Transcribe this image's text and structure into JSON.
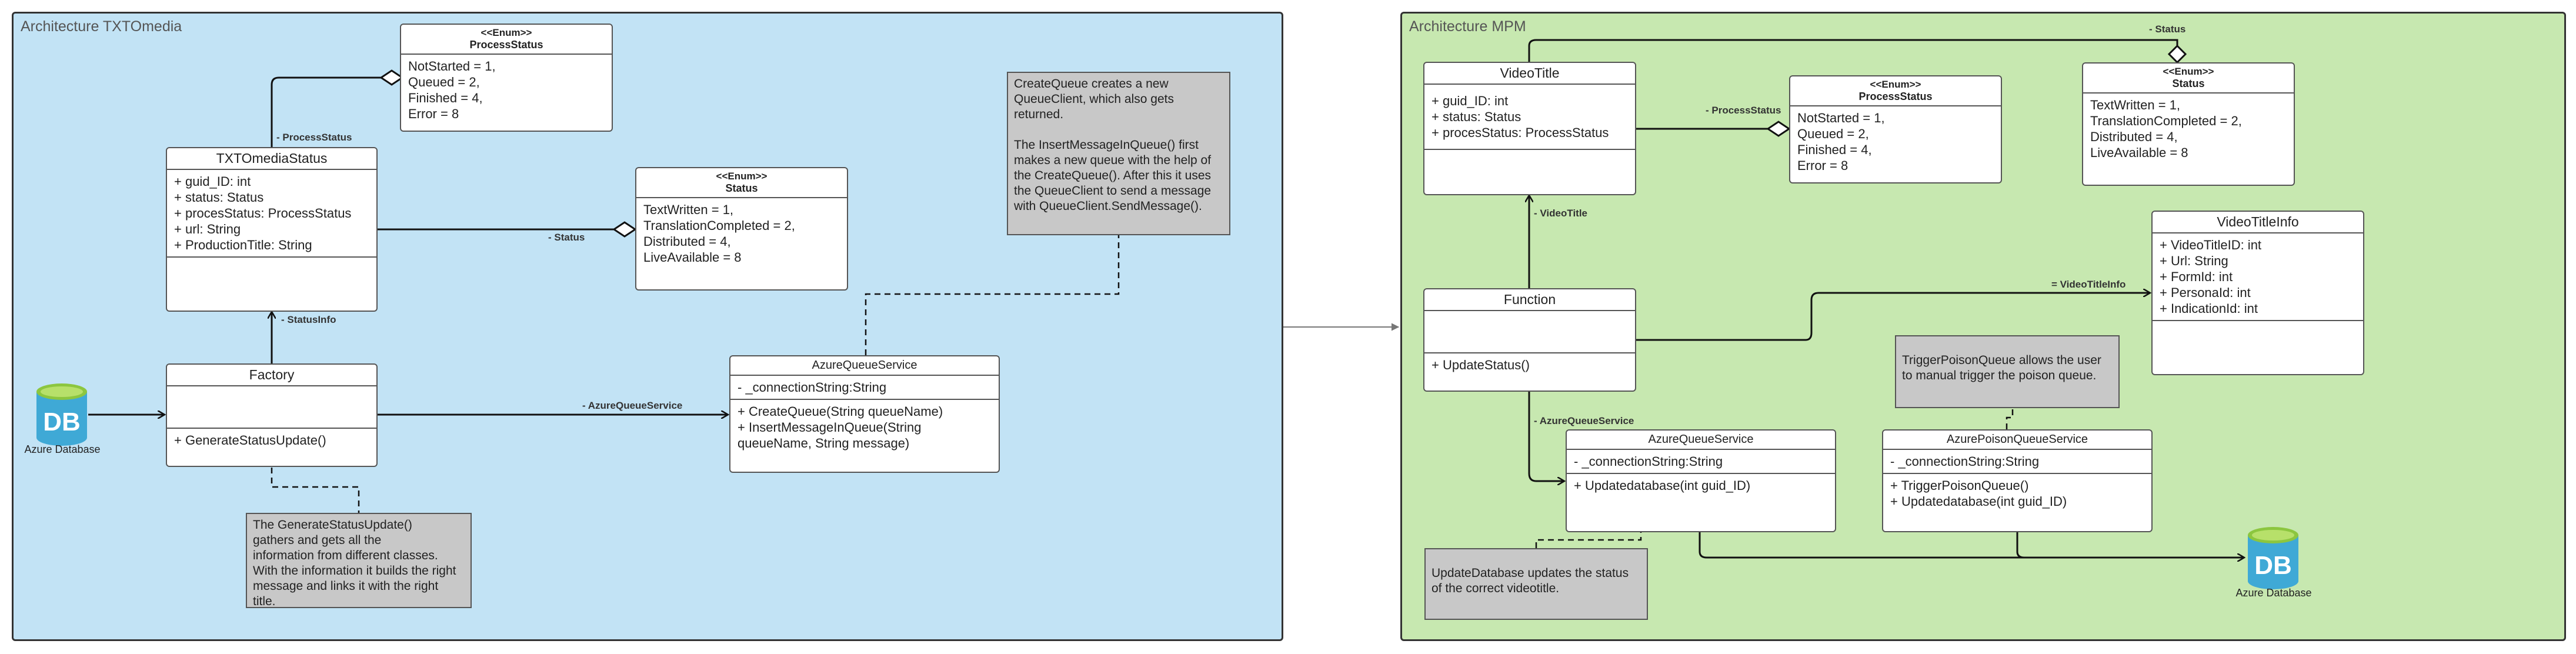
{
  "left": {
    "title": "Architecture TXTOmedia",
    "process_status": {
      "stereotype": "<<Enum>>",
      "name": "ProcessStatus",
      "values": [
        "NotStarted = 1,",
        "Queued = 2,",
        "Finished = 4,",
        "Error = 8"
      ]
    },
    "txto_status": {
      "name": "TXTOmediaStatus",
      "attributes": [
        "+ guid_ID: int",
        "+ status: Status",
        "+ procesStatus: ProcessStatus",
        "+ url: String",
        "+ ProductionTitle: String"
      ]
    },
    "status_enum": {
      "stereotype": "<<Enum>>",
      "name": "Status",
      "values": [
        "TextWritten = 1,",
        "TranslationCompleted = 2,",
        "Distributed = 4,",
        "LiveAvailable = 8"
      ]
    },
    "factory": {
      "name": "Factory",
      "methods": [
        "+ GenerateStatusUpdate()"
      ]
    },
    "azure_queue_service": {
      "name": "AzureQueueService",
      "attributes": [
        "- _connectionString:String"
      ],
      "methods": [
        "+ CreateQueue(String queueName)",
        "+ InsertMessageInQueue(String",
        "queueName, String message)"
      ]
    },
    "note_queue": [
      "CreateQueue creates a new",
      "QueueClient, which also gets",
      "returned.",
      "",
      "The InsertMessageInQueue() first",
      "makes a new queue with the help of",
      "the CreateQueue(). After this it uses",
      "the QueueClient to send a message",
      "with QueueClient.SendMessage()."
    ],
    "note_factory": [
      "The GenerateStatusUpdate()",
      "gathers and gets all the",
      "information from different classes.",
      "With the information it builds the right",
      "message and links it with the right",
      "title."
    ],
    "database_label": "Azure Database",
    "db_glyph": "DB",
    "labels": {
      "process_status": "- ProcessStatus",
      "status": "- Status",
      "status_info": "- StatusInfo",
      "azure_queue": "- AzureQueueService"
    }
  },
  "right": {
    "title": "Architecture MPM",
    "video_title": {
      "name": "VideoTitle",
      "attributes": [
        "+ guid_ID: int",
        "+ status: Status",
        "+ procesStatus: ProcessStatus"
      ]
    },
    "process_status": {
      "stereotype": "<<Enum>>",
      "name": "ProcessStatus",
      "values": [
        "NotStarted = 1,",
        "Queued = 2,",
        "Finished = 4,",
        "Error = 8"
      ]
    },
    "status_enum": {
      "stereotype": "<<Enum>>",
      "name": "Status",
      "values": [
        "TextWritten = 1,",
        "TranslationCompleted = 2,",
        "Distributed = 4,",
        "LiveAvailable = 8"
      ]
    },
    "video_title_info": {
      "name": "VideoTitleInfo",
      "attributes": [
        "+ VideoTitleID: int",
        "+ Url: String",
        "+ FormId: int",
        "+ PersonaId: int",
        "+ IndicationId: int"
      ]
    },
    "function": {
      "name": "Function",
      "methods": [
        "+ UpdateStatus()"
      ]
    },
    "azure_queue_service": {
      "name": "AzureQueueService",
      "attributes": [
        "- _connectionString:String"
      ],
      "methods": [
        "+ Updatedatabase(int guid_ID)"
      ]
    },
    "azure_poison": {
      "name": "AzurePoisonQueueService",
      "attributes": [
        "- _connectionString:String"
      ],
      "methods": [
        "+ TriggerPoisonQueue()",
        "+ Updatedatabase(int guid_ID)"
      ]
    },
    "note_poison": [
      "TriggerPoisonQueue allows the user",
      "to manual trigger the poison queue."
    ],
    "note_update": [
      "UpdateDatabase updates the status",
      "of the correct videotitle."
    ],
    "database_label": "Azure Database",
    "db_glyph": "DB",
    "labels": {
      "status": "- Status",
      "process_status": "- ProcessStatus",
      "video_title": "- VideoTitle",
      "video_title_info": "= VideoTitleInfo",
      "azure_queue": "- AzureQueueService"
    }
  }
}
